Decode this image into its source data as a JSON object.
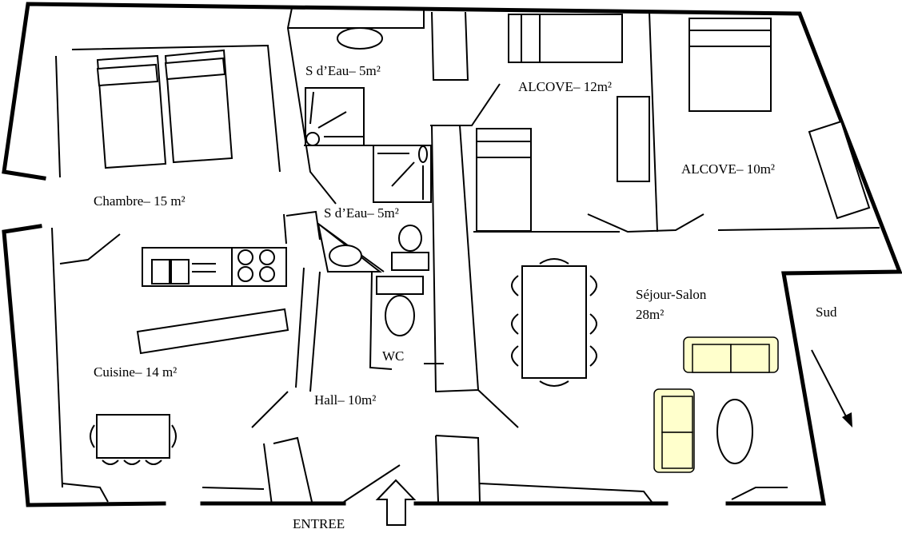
{
  "rooms": {
    "chambre": "Chambre– 15 m²",
    "sdeau1": "S d’Eau– 5m²",
    "sdeau2": "S d’Eau– 5m²",
    "alcove12": "ALCOVE– 12m²",
    "alcove10": "ALCOVE– 10m²",
    "sejour_name": "Séjour-Salon",
    "sejour_area": "28m²",
    "cuisine": "Cuisine– 14 m²",
    "hall": "Hall– 10m²",
    "wc": "WC",
    "sud": "Sud",
    "entree": "ENTREE"
  },
  "colors": {
    "sofa": "#ffffcc",
    "walls": "#000000"
  }
}
